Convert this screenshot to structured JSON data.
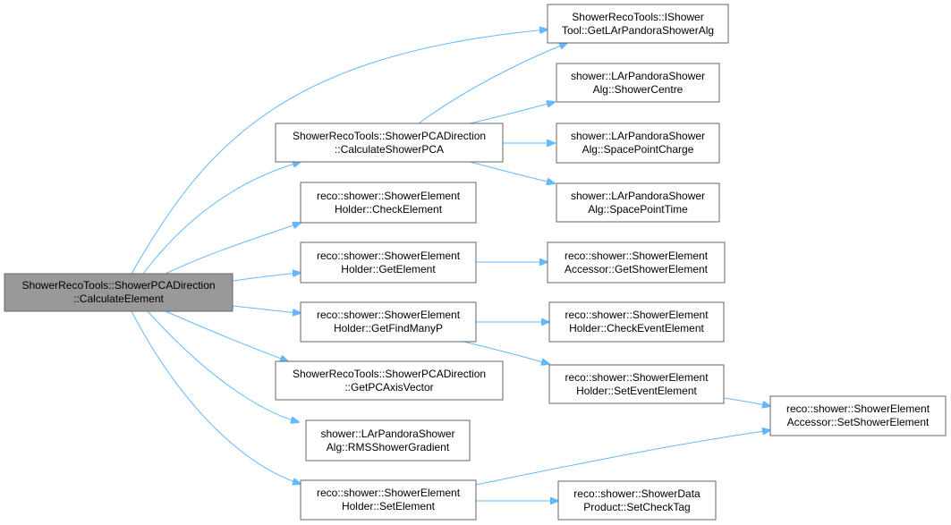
{
  "nodes": {
    "root": {
      "line1": "ShowerRecoTools::ShowerPCADirection",
      "line2": "::CalculateElement"
    },
    "n_pca": {
      "line1": "ShowerRecoTools::ShowerPCADirection",
      "line2": "::CalculateShowerPCA"
    },
    "n_check": {
      "line1": "reco::shower::ShowerElement",
      "line2": "Holder::CheckElement"
    },
    "n_get": {
      "line1": "reco::shower::ShowerElement",
      "line2": "Holder::GetElement"
    },
    "n_findmany": {
      "line1": "reco::shower::ShowerElement",
      "line2": "Holder::GetFindManyP"
    },
    "n_axis": {
      "line1": "ShowerRecoTools::ShowerPCADirection",
      "line2": "::GetPCAxisVector"
    },
    "n_rms": {
      "line1": "shower::LArPandoraShower",
      "line2": "Alg::RMSShowerGradient"
    },
    "n_set": {
      "line1": "reco::shower::ShowerElement",
      "line2": "Holder::SetElement"
    },
    "n_ishower": {
      "line1": "ShowerRecoTools::IShower",
      "line2": "Tool::GetLArPandoraShowerAlg"
    },
    "n_centre": {
      "line1": "shower::LArPandoraShower",
      "line2": "Alg::ShowerCentre"
    },
    "n_spcharge": {
      "line1": "shower::LArPandoraShower",
      "line2": "Alg::SpacePointCharge"
    },
    "n_sptime": {
      "line1": "shower::LArPandoraShower",
      "line2": "Alg::SpacePointTime"
    },
    "n_getshower": {
      "line1": "reco::shower::ShowerElement",
      "line2": "Accessor::GetShowerElement"
    },
    "n_checkevent": {
      "line1": "reco::shower::ShowerElement",
      "line2": "Holder::CheckEventElement"
    },
    "n_setevent": {
      "line1": "reco::shower::ShowerElement",
      "line2": "Holder::SetEventElement"
    },
    "n_setshower": {
      "line1": "reco::shower::ShowerElement",
      "line2": "Accessor::SetShowerElement"
    },
    "n_checktag": {
      "line1": "reco::shower::ShowerData",
      "line2": "Product::SetCheckTag"
    }
  },
  "colors": {
    "edge": "#63b8ff",
    "root_fill": "#999999",
    "node_border": "#666666"
  }
}
